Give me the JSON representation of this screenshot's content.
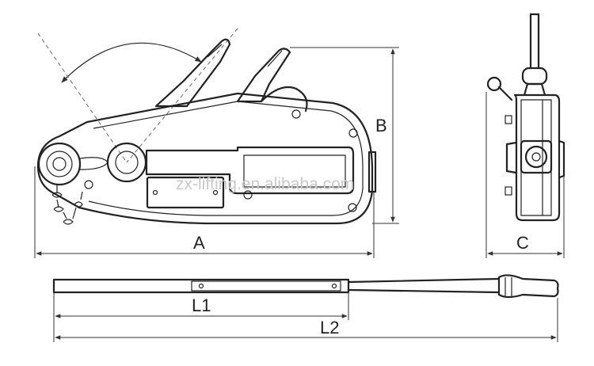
{
  "labels": {
    "A": "A",
    "B": "B",
    "C": "C",
    "L1": "L1",
    "L2": "L2"
  },
  "watermark": "zx-lifting.en.alibaba.com",
  "colors": {
    "line": "#222222",
    "watermark": "#c9c9c9",
    "background": "#ffffff"
  }
}
